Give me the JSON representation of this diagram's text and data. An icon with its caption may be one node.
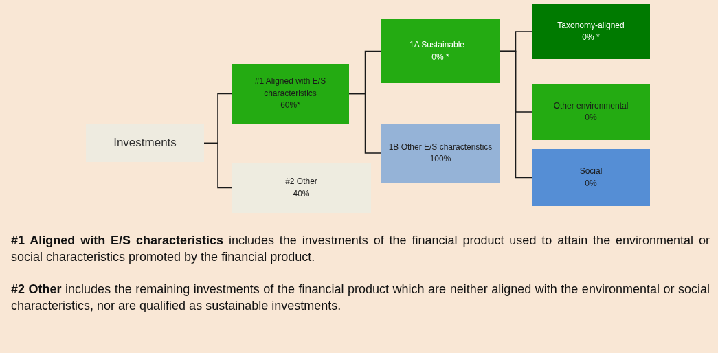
{
  "diagram": {
    "nodes": [
      {
        "text": [
          "Investments"
        ]
      },
      {
        "text": [
          "#1 Aligned with E/S characteristics",
          "60%*"
        ]
      },
      {
        "text": [
          "#2 Other",
          "40%"
        ]
      },
      {
        "text": [
          "1A Sustainable –",
          "0% *"
        ]
      },
      {
        "text": [
          "1B Other E/S characteristics",
          "100%"
        ]
      },
      {
        "text": [
          "Taxonomy-aligned",
          "0% *"
        ]
      },
      {
        "text": [
          "Other environmental",
          "0%"
        ]
      },
      {
        "text": [
          "Social",
          "0%"
        ]
      }
    ],
    "edges": [
      {
        "from": 0,
        "to": 1,
        "arrow": "none"
      },
      {
        "from": 0,
        "to": 2,
        "arrow": "none"
      },
      {
        "from": 1,
        "to": 3,
        "arrow": "none"
      },
      {
        "from": 1,
        "to": 4,
        "arrow": "none"
      },
      {
        "from": 3,
        "to": 5,
        "arrow": "none"
      },
      {
        "from": 3,
        "to": 6,
        "arrow": "none"
      },
      {
        "from": 3,
        "to": 7,
        "arrow": "none"
      }
    ],
    "labels": [
      "**#1 Aligned with E/S characteristics** includes the investments of the financial product used to attain the environmental or social characteristics promoted by the financial product.",
      "**#2 Other** includes the remaining investments of the financial product which are neither aligned with the environmental or social characteristics, nor are qualified as sustainable investments."
    ]
  }
}
